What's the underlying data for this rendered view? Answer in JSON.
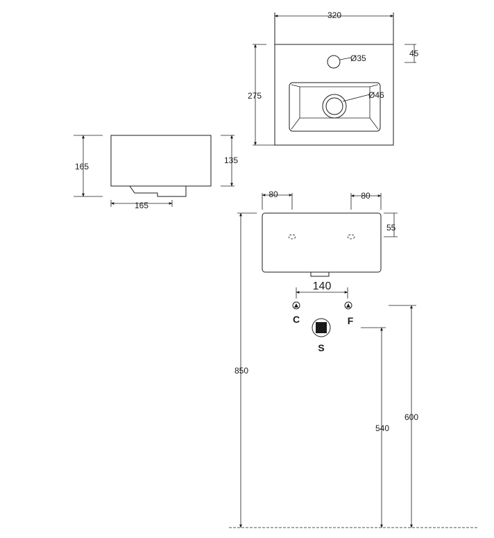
{
  "top_view": {
    "width_label": "320",
    "depth_label": "275",
    "rim_label": "45",
    "tap_hole_label": "Ø35",
    "waste_label": "Ø46"
  },
  "side_view": {
    "height_label": "165",
    "basin_height_label": "135",
    "base_depth_label": "165"
  },
  "front_view": {
    "left_offset_label": "80",
    "right_offset_label": "80",
    "top_drop_label": "55",
    "supply_spacing_label": "140"
  },
  "connections": {
    "cold_label": "C",
    "hot_label": "F",
    "waste_label": "S"
  },
  "heights": {
    "overall_label": "850",
    "waste_height_label": "540",
    "supply_height_label": "600"
  }
}
